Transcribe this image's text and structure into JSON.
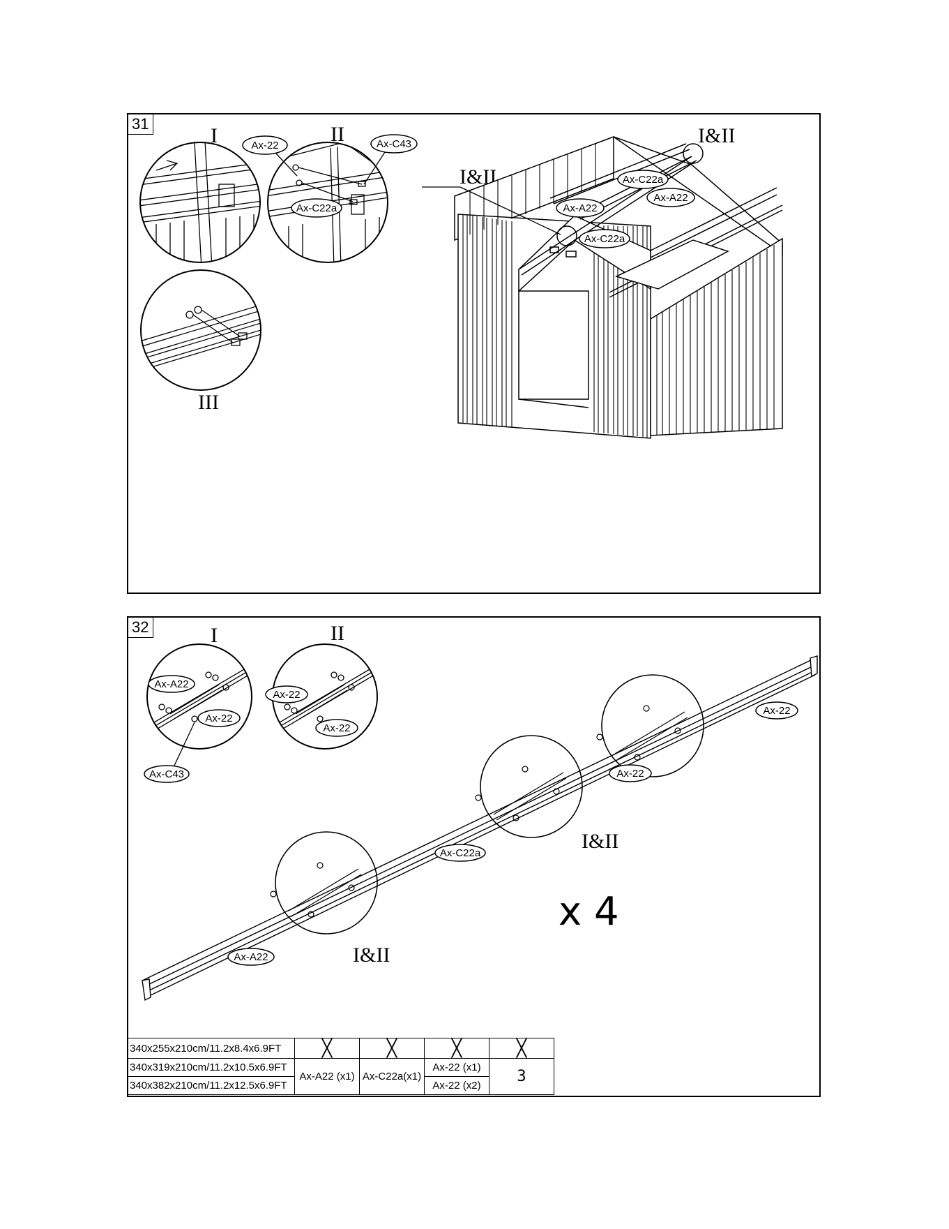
{
  "step31": {
    "number": "31",
    "labels": {
      "detail_i": "I",
      "detail_ii": "II",
      "detail_iii": "III",
      "callout_left": "I&II",
      "callout_right": "I&II"
    },
    "parts": {
      "ax22": "Ax-22",
      "axc43": "Ax-C43",
      "axc22a_detail": "Ax-C22a",
      "axc22a_top": "Ax-C22a",
      "axa22_left": "Ax-A22",
      "axa22_right": "Ax-A22",
      "axc22a_mid": "Ax-C22a"
    }
  },
  "step32": {
    "number": "32",
    "labels": {
      "detail_i": "I",
      "detail_ii": "II",
      "callout_upper": "I&II",
      "callout_lower": "I&II",
      "multiplier": "x 4"
    },
    "parts": {
      "i_axa22": "Ax-A22",
      "i_ax22": "Ax-22",
      "i_axc43": "Ax-C43",
      "ii_ax22_top": "Ax-22",
      "ii_ax22_bottom": "Ax-22",
      "beam_ax22_right": "Ax-22",
      "beam_ax22_mid": "Ax-22",
      "beam_axc22a": "Ax-C22a",
      "beam_axa22": "Ax-A22"
    },
    "table": {
      "rows": [
        {
          "size": "340x255x210cm/11.2x8.4x6.9FT",
          "c1": "╳",
          "c2": "╳",
          "c3": "╳",
          "c4": "╳"
        },
        {
          "size": "340x319x210cm/11.2x10.5x6.9FT",
          "c1": "Ax-A22 (x1)",
          "c2": "Ax-C22a(x1)",
          "c3": "Ax-22 (x1)",
          "c4": "3"
        },
        {
          "size": "340x382x210cm/11.2x12.5x6.9FT",
          "c3": "Ax-22 (x2)"
        }
      ]
    }
  }
}
